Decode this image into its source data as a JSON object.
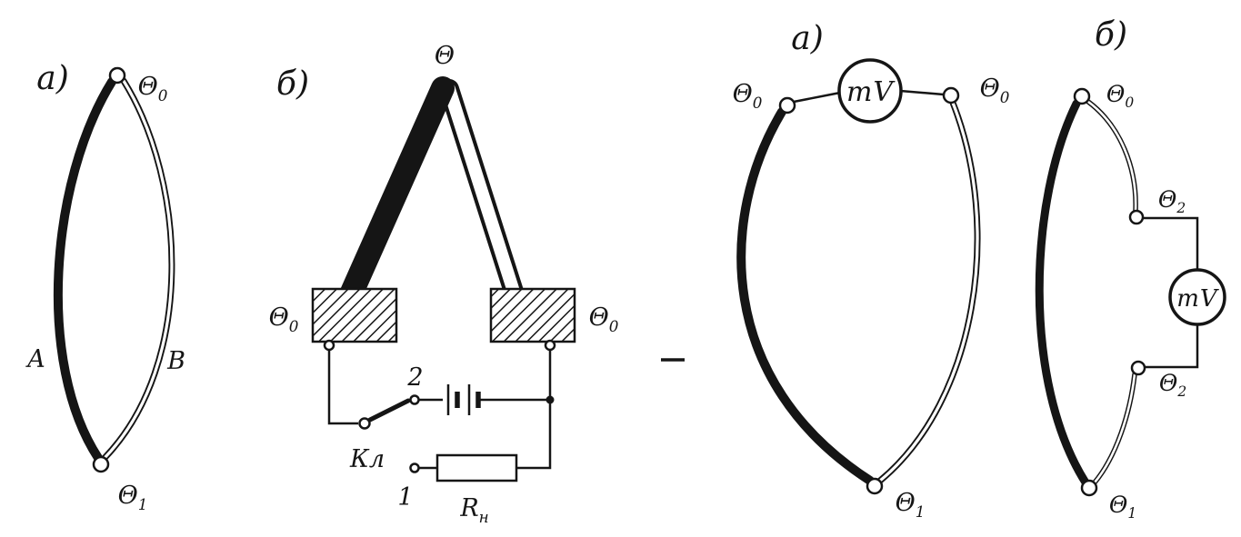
{
  "page": {
    "colors": {
      "ink": "#151515",
      "paper": "#ffffff"
    }
  },
  "figures": {
    "fig1": {
      "panel_label": "а)",
      "junction_top": {
        "base": "Θ",
        "sub": "0"
      },
      "junction_bottom": {
        "base": "Θ",
        "sub": "1"
      },
      "electrode_left": "A",
      "electrode_right": "B"
    },
    "fig2": {
      "panel_label": "б)",
      "hot_junction": {
        "base": "Θ",
        "sub": ""
      },
      "cold_block_left": {
        "base": "Θ",
        "sub": "0"
      },
      "cold_block_right": {
        "base": "Θ",
        "sub": "0"
      },
      "switch_label": "Кл",
      "contact_top": "2",
      "contact_bottom": "1",
      "resistor_label": {
        "base": "R",
        "sub": "н"
      }
    },
    "fig3": {
      "panel_label": "а)",
      "meter_label": "mV",
      "junction_left": {
        "base": "Θ",
        "sub": "0"
      },
      "junction_right": {
        "base": "Θ",
        "sub": "0"
      },
      "junction_bottom": {
        "base": "Θ",
        "sub": "1"
      }
    },
    "fig4": {
      "panel_label": "б)",
      "meter_label": "mV",
      "junction_top": {
        "base": "Θ",
        "sub": "0"
      },
      "junction_upper_mid": {
        "base": "Θ",
        "sub": "2"
      },
      "junction_lower_mid": {
        "base": "Θ",
        "sub": "2"
      },
      "junction_bottom": {
        "base": "Θ",
        "sub": "1"
      }
    }
  }
}
